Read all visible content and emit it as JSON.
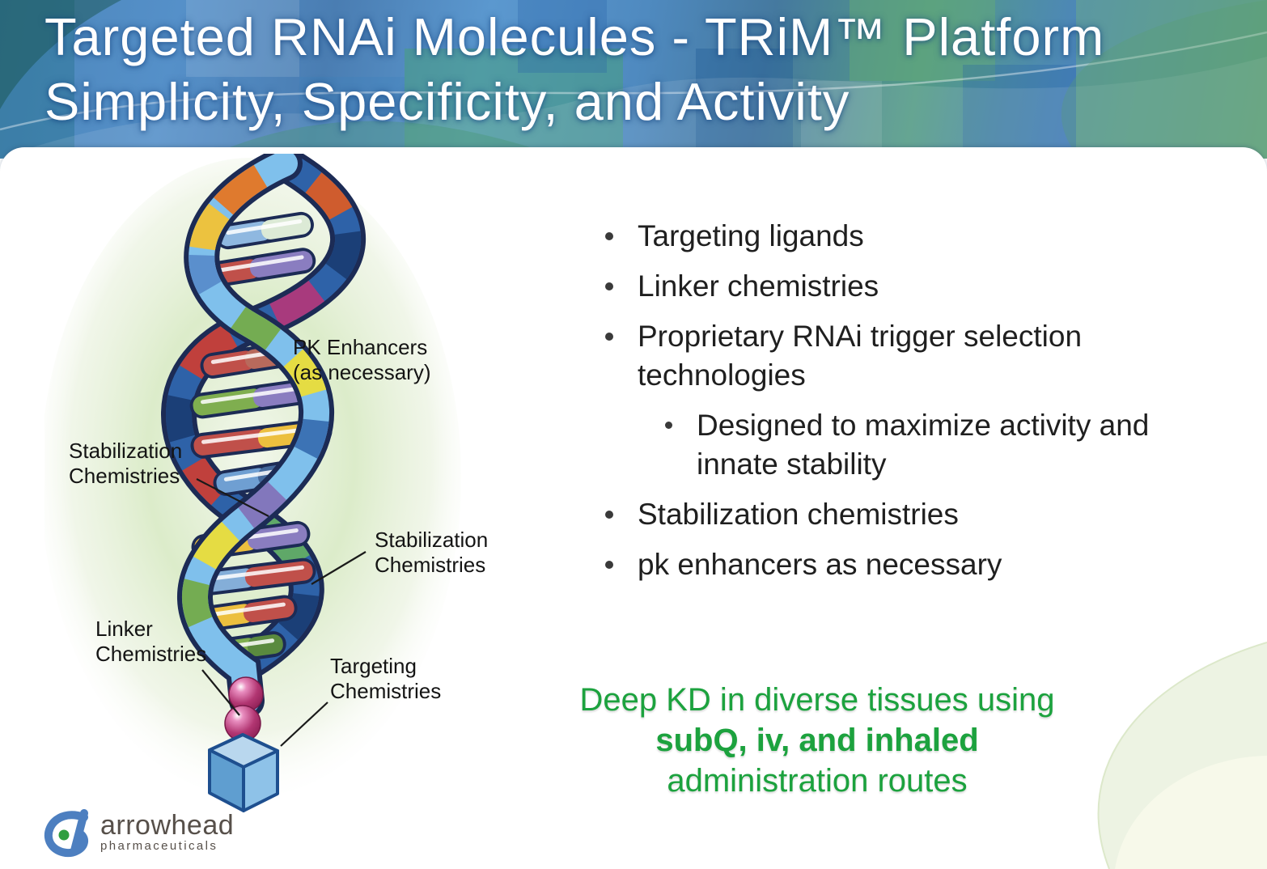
{
  "slide": {
    "title_line1": "Targeted RNAi Molecules - TRiM™ Platform",
    "title_line2": "Simplicity, Specificity, and Activity"
  },
  "diagram": {
    "labels": {
      "pk_enhancers": {
        "line1": "PK Enhancers",
        "line2": "(as necessary)"
      },
      "stabilization_left": {
        "line1": "Stabilization",
        "line2": "Chemistries"
      },
      "stabilization_right": {
        "line1": "Stabilization",
        "line2": "Chemistries"
      },
      "linker": {
        "line1": "Linker",
        "line2": "Chemistries"
      },
      "targeting": {
        "line1": "Targeting",
        "line2": "Chemistries"
      }
    }
  },
  "bullets": {
    "items": [
      {
        "level": 1,
        "label": "Targeting ligands"
      },
      {
        "level": 1,
        "label": "Linker chemistries"
      },
      {
        "level": 1,
        "label": "Proprietary RNAi trigger selection technologies"
      },
      {
        "level": 2,
        "label": "Designed to maximize activity and innate stability"
      },
      {
        "level": 1,
        "label": "Stabilization chemistries"
      },
      {
        "level": 1,
        "label": "pk enhancers as necessary"
      }
    ]
  },
  "highlight": {
    "line1": "Deep KD in diverse tissues using",
    "line2_bold": "subQ, iv, and inhaled",
    "line3": "administration routes",
    "color": "#1CA23E"
  },
  "logo": {
    "brand": "arrowhead",
    "tagline": "pharmaceuticals"
  },
  "colors": {
    "title_text": "#FFFFFF",
    "body_text": "#1F1F1F",
    "highlight_green": "#1CA23E",
    "header_blue": "#4C86BA",
    "header_green": "#549B86"
  }
}
